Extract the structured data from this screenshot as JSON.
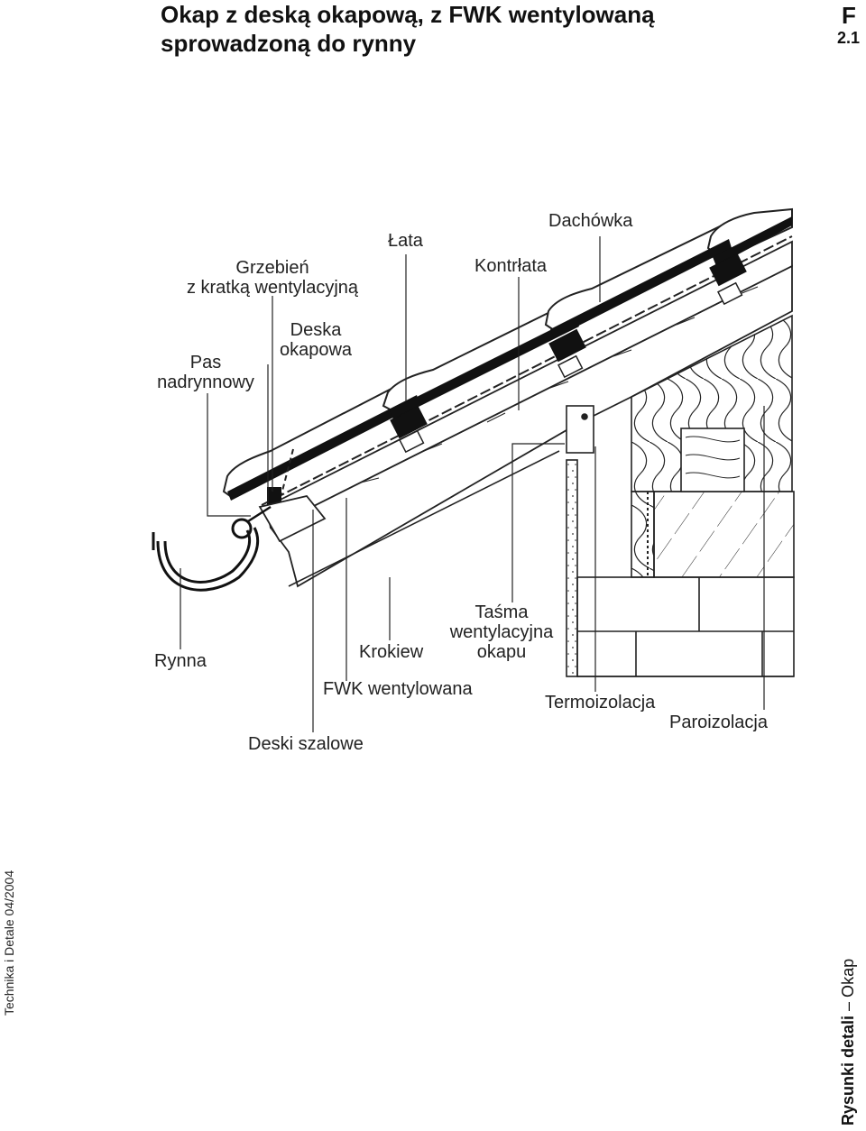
{
  "header": {
    "title_line1": "Okap z deską okapową, z FWK wentylowaną",
    "title_line2": "sprowadzoną do rynny",
    "code_letter": "F",
    "code_number": "2.1"
  },
  "labels": {
    "dachowka": "Dachówka",
    "lata": "Łata",
    "kontrlata": "Kontrłata",
    "grzebien_line1": "Grzebień",
    "grzebien_line2": "z kratką wentylacyjną",
    "deska_line1": "Deska",
    "deska_line2": "okapowa",
    "pas_line1": "Pas",
    "pas_line2": "nadrynnowy",
    "rynna": "Rynna",
    "krokiew": "Krokiew",
    "tasma_line1": "Taśma",
    "tasma_line2": "wentylacyjna",
    "tasma_line3": "okapu",
    "fwk": "FWK wentylowana",
    "deski_szalowe": "Deski szalowe",
    "termoizolacja": "Termoizolacja",
    "paroizolacja": "Paroizolacja"
  },
  "sidebar": {
    "left": "Technika i Detale 04/2004",
    "right_bold": "Rysunki detali",
    "right_dash": " – ",
    "right_normal": "Okap"
  }
}
